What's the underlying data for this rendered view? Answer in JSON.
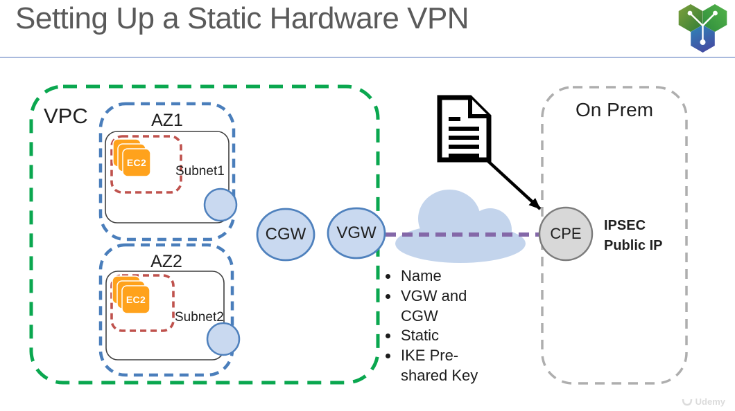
{
  "slide": {
    "title": "Setting Up a Static Hardware VPN",
    "watermark": "Udemy"
  },
  "vpc": {
    "label": "VPC",
    "availability_zones": [
      {
        "label": "AZ1",
        "subnet_label": "Subnet1",
        "ec2_label": "EC2"
      },
      {
        "label": "AZ2",
        "subnet_label": "Subnet2",
        "ec2_label": "EC2"
      }
    ]
  },
  "gateways": {
    "customer_gateway": "CGW",
    "virtual_private_gateway": "VGW"
  },
  "on_prem": {
    "label": "On Prem",
    "cpe_label": "CPE",
    "ipsec_line1": "IPSEC",
    "ipsec_line2": "Public IP"
  },
  "vpn_config_items": [
    "Name",
    "VGW and CGW",
    "Static",
    "IKE Pre-shared Key"
  ],
  "colors": {
    "vpc_border_green": "#0AA74F",
    "az_border_blue": "#4A7EBB",
    "subnet_group_red": "#BF524D",
    "node_fill_blue": "#C9D9F0",
    "node_border_blue": "#4F81BD",
    "vpn_line_purple": "#8468A8",
    "cloud_blue": "#C3D4EC",
    "ec2_orange": "#FFA21C",
    "cpe_fill_gray": "#D8D8D8",
    "on_prem_border_gray": "#AEAEAE",
    "title_gray": "#5A5A5A",
    "title_underline_blue": "#A9BADD"
  }
}
